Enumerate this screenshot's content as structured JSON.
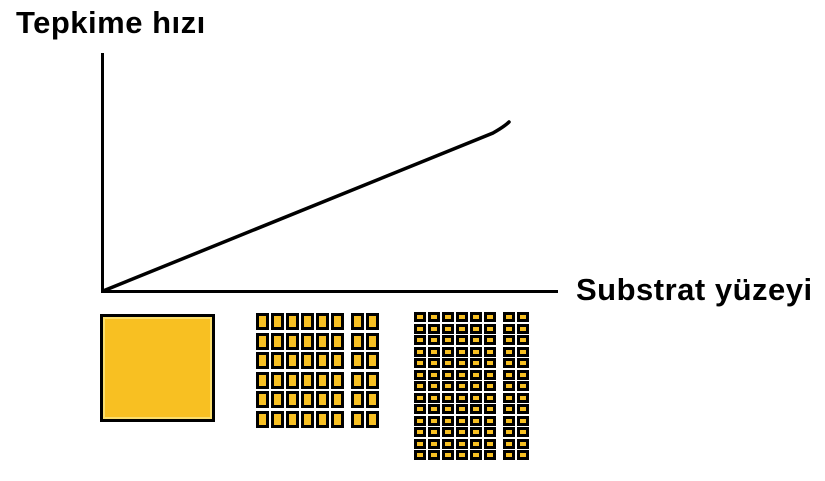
{
  "chart": {
    "ylabel": "Tepkime hızı",
    "xlabel": "Substrat yüzeyi"
  },
  "chart_data": {
    "type": "line",
    "title": "",
    "ylabel": "Tepkime hızı",
    "xlabel": "Substrat yüzeyi",
    "series": [
      {
        "name": "tepkime-hizi-vs-substrat-yuzeyi",
        "x": [
          0,
          1
        ],
        "y": [
          0,
          0.72
        ]
      }
    ],
    "axis_ranges": {
      "x": [
        0,
        1
      ],
      "y": [
        0,
        1
      ]
    },
    "tick_labels": {
      "x": [],
      "y": []
    },
    "grid": false,
    "legend": false,
    "annotations": [],
    "relationship": "linear-increasing",
    "description": "Conceptual diagram: reaction rate (Tepkime hızı) increases linearly with substrate surface area (Substrat yüzeyi); no numeric ticks shown"
  },
  "colors": {
    "background": "#FFFFFF",
    "axis": "#000000",
    "line": "#000000",
    "particle_fill": "#F8C022",
    "particle_border": "#000000",
    "particle_inner_edge": "#FBDE6B"
  },
  "particle_blocks": [
    {
      "label": "whole-substrate-block",
      "rows": 1,
      "cols": 1,
      "gap_after_col": 0
    },
    {
      "label": "medium-particles",
      "rows": 6,
      "cols": 8,
      "gap_after_col": 6
    },
    {
      "label": "fine-particles",
      "rows": 13,
      "cols": 8,
      "gap_after_col": 6
    }
  ]
}
